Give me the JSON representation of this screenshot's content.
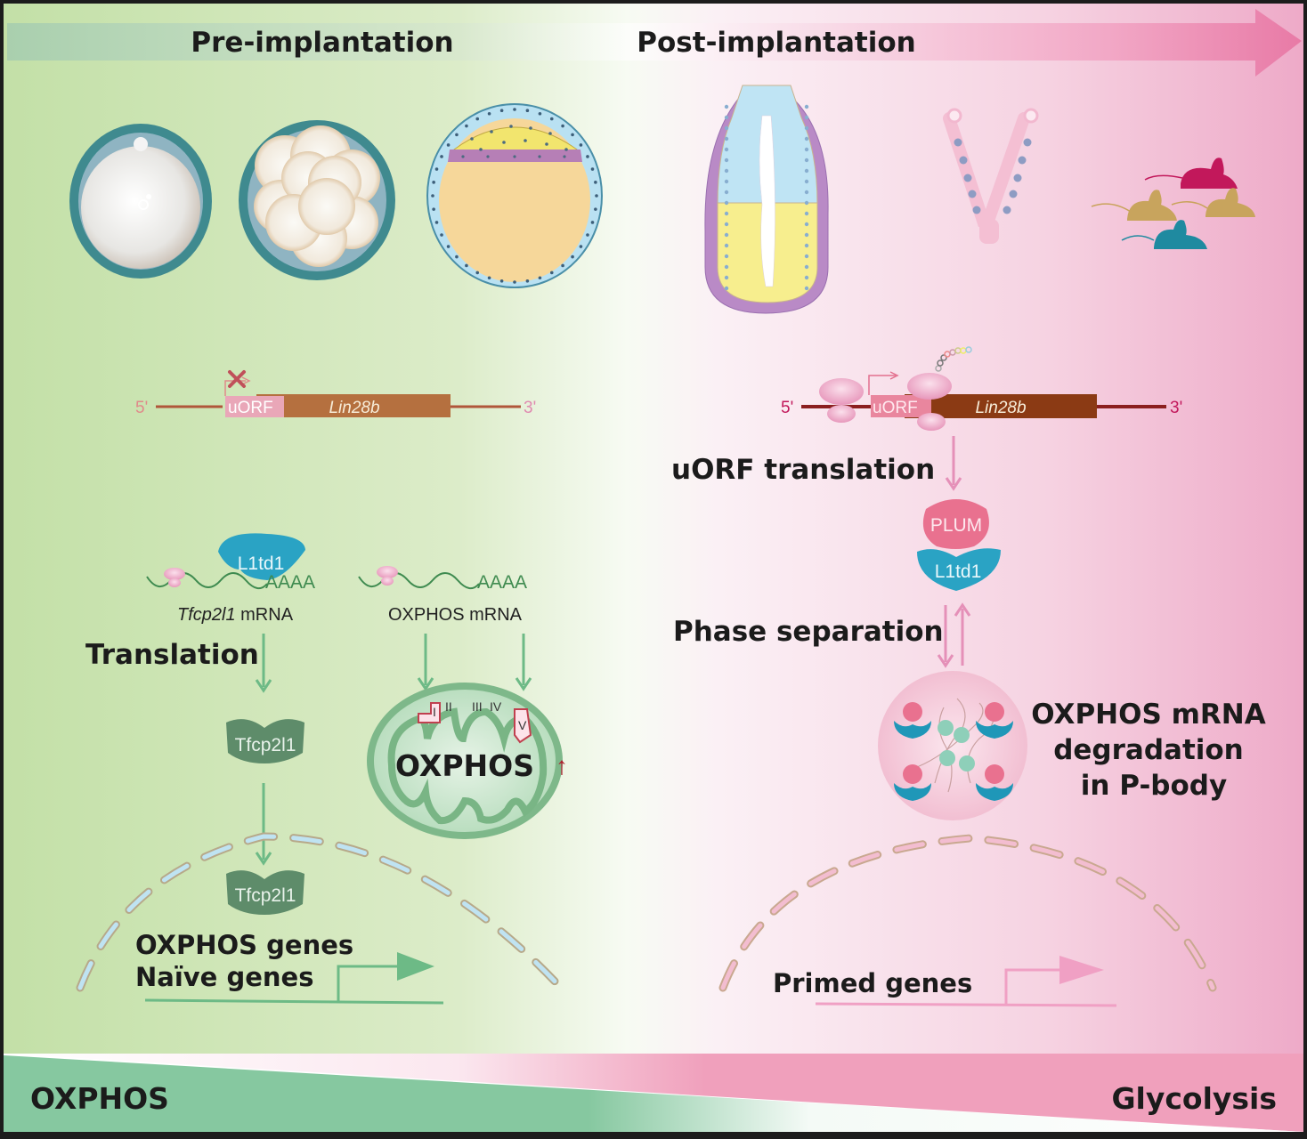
{
  "header": {
    "left_title": "Pre-implantation",
    "right_title": "Post-implantation"
  },
  "stages": {
    "pre": [
      "zygote",
      "morula",
      "blastocyst"
    ],
    "post": [
      "egg-cylinder embryo",
      "uterus",
      "mice"
    ]
  },
  "left_panel": {
    "gene": {
      "five_prime": "5'",
      "uorf": "uORF",
      "gene": "Lin28b",
      "three_prime": "3'"
    },
    "mrna1": {
      "label_italic": "Tfcp2l1",
      "label_rest": " mRNA",
      "polyA": "AAAA",
      "protein": "L1td1"
    },
    "mrna2": {
      "label": "OXPHOS mRNA",
      "polyA": "AAAA"
    },
    "translation_label": "Translation",
    "tfcp2l1_protein": "Tfcp2l1",
    "tfcp2l1_nuclear": "Tfcp2l1",
    "mito": {
      "label": "OXPHOS",
      "complexes": [
        "I",
        "II",
        "III",
        "IV",
        "V"
      ],
      "arrow": "↑"
    },
    "genes_line1": "OXPHOS genes",
    "genes_line2": "Naïve genes"
  },
  "right_panel": {
    "gene": {
      "five_prime": "5'",
      "uorf": "uORF",
      "gene": "Lin28b",
      "three_prime": "3'"
    },
    "uorf_translation_label": "uORF translation",
    "plum": "PLUM",
    "l1td1": "L1td1",
    "phase_separation_label": "Phase separation",
    "pbody_line1": "OXPHOS mRNA",
    "pbody_line2": "degradation",
    "pbody_line3": "in P-body",
    "primed_genes": "Primed genes"
  },
  "footer": {
    "left_label": "OXPHOS",
    "right_label": "Glycolysis"
  },
  "colors": {
    "green_bg": "#c9e2b0",
    "pink_bg": "#f0b0cb",
    "oxphos_green": "#86c8a0",
    "glycolysis_pink": "#f0a0bc",
    "arrow_green": "#6dba86",
    "arrow_pink": "#e590b8",
    "dark_gene": "#8b3a14",
    "l1td1_blue": "#2aa3c4",
    "plum_pink": "#e9718f",
    "tfcp2l1_green": "#5e8c6a"
  }
}
